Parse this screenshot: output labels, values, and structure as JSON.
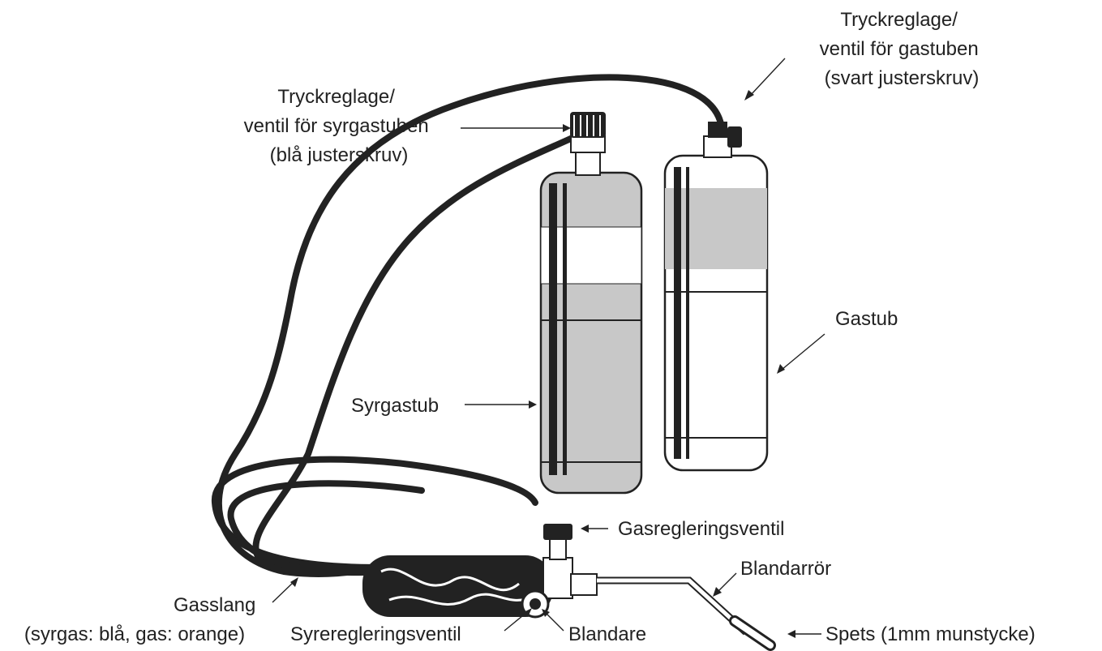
{
  "labels": {
    "gas_regulator": [
      "Tryckreglage/",
      "ventil för gastuben",
      "(svart justerskruv)"
    ],
    "oxygen_regulator": [
      "Tryckreglage/",
      "ventil för syrgastuben",
      "(blå justerskruv)"
    ],
    "gas_cylinder": "Gastub",
    "oxygen_cylinder": "Syrgastub",
    "gas_control_valve": "Gasregleringsventil",
    "mixing_tube": "Blandarrör",
    "hose": [
      "Gasslang",
      "(syrgas: blå, gas: orange)"
    ],
    "oxygen_control_valve": "Syreregleringsventil",
    "mixer": "Blandare",
    "tip": "Spets (1mm munstycke)"
  },
  "colors": {
    "ink": "#222222",
    "cylinder_band": "#c8c8c8",
    "paper": "#ffffff"
  }
}
